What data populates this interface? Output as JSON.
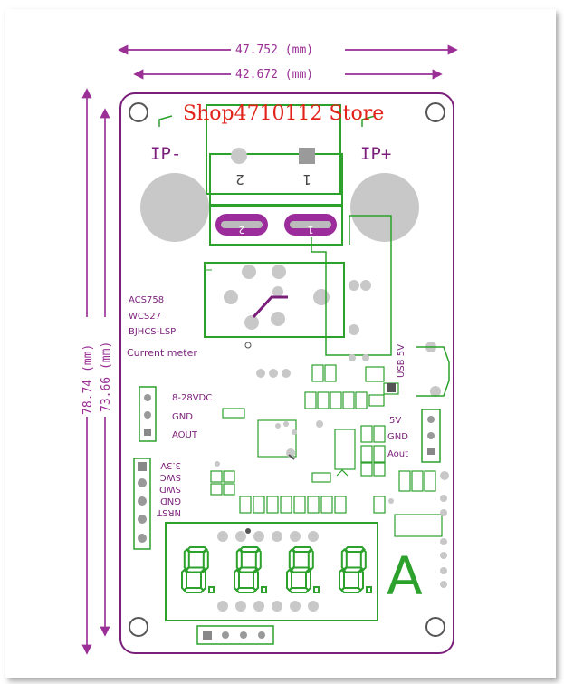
{
  "dimensions": {
    "outer_width": "47.752 (mm)",
    "inner_width": "42.672 (mm)",
    "outer_height": "78.74 (mm)",
    "inner_height": "73.66 (mm)"
  },
  "watermark": "Shop4710112 Store",
  "terminals": {
    "left": "IP-",
    "right": "IP+",
    "pin2": "2",
    "pin1": "1"
  },
  "sensor_labels": [
    "ACS758",
    "WCS27",
    "BJHCS-LSP"
  ],
  "title_label": "Current meter",
  "left_header": [
    "8-28VDC",
    "GND",
    "AOUT"
  ],
  "right_header": [
    "5V",
    "GND",
    "Aout"
  ],
  "usb_label": "USB 5V",
  "swd_labels": [
    "3.3V",
    "SWC",
    "SWD",
    "GND",
    "NRST"
  ],
  "display_digits": [
    "8",
    "8",
    "8",
    "8"
  ],
  "unit_symbol": "A",
  "colors": {
    "board": "#7a1f7a",
    "dimension": "#9a2f96",
    "component": "#2ca12c",
    "pad": "#c8c8c8",
    "watermark": "#e2231a"
  }
}
